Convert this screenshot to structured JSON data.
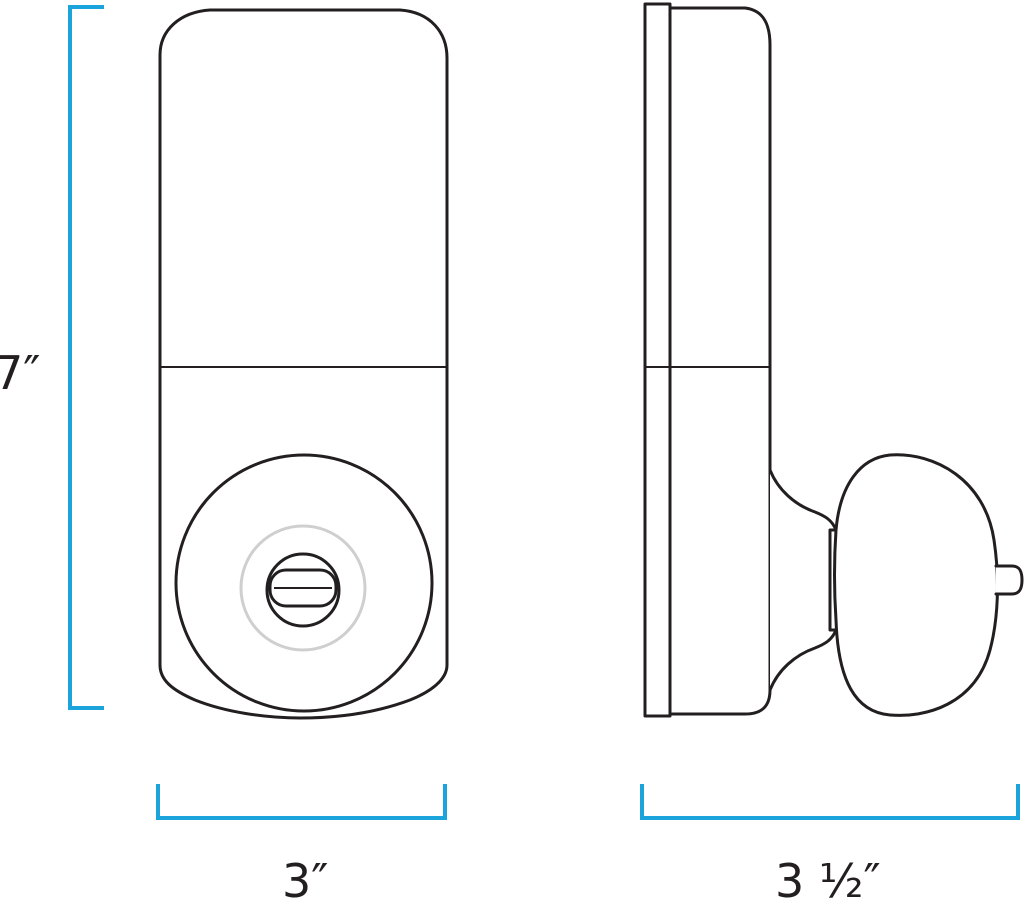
{
  "dimensions": {
    "height_label": "7″",
    "front_width_label": "3″",
    "side_depth_label": "3 ½″"
  },
  "colors": {
    "dimension_line": "#1ba3dc",
    "outline": "#231f20",
    "thumbturn_ring": "#cfcfcf"
  }
}
